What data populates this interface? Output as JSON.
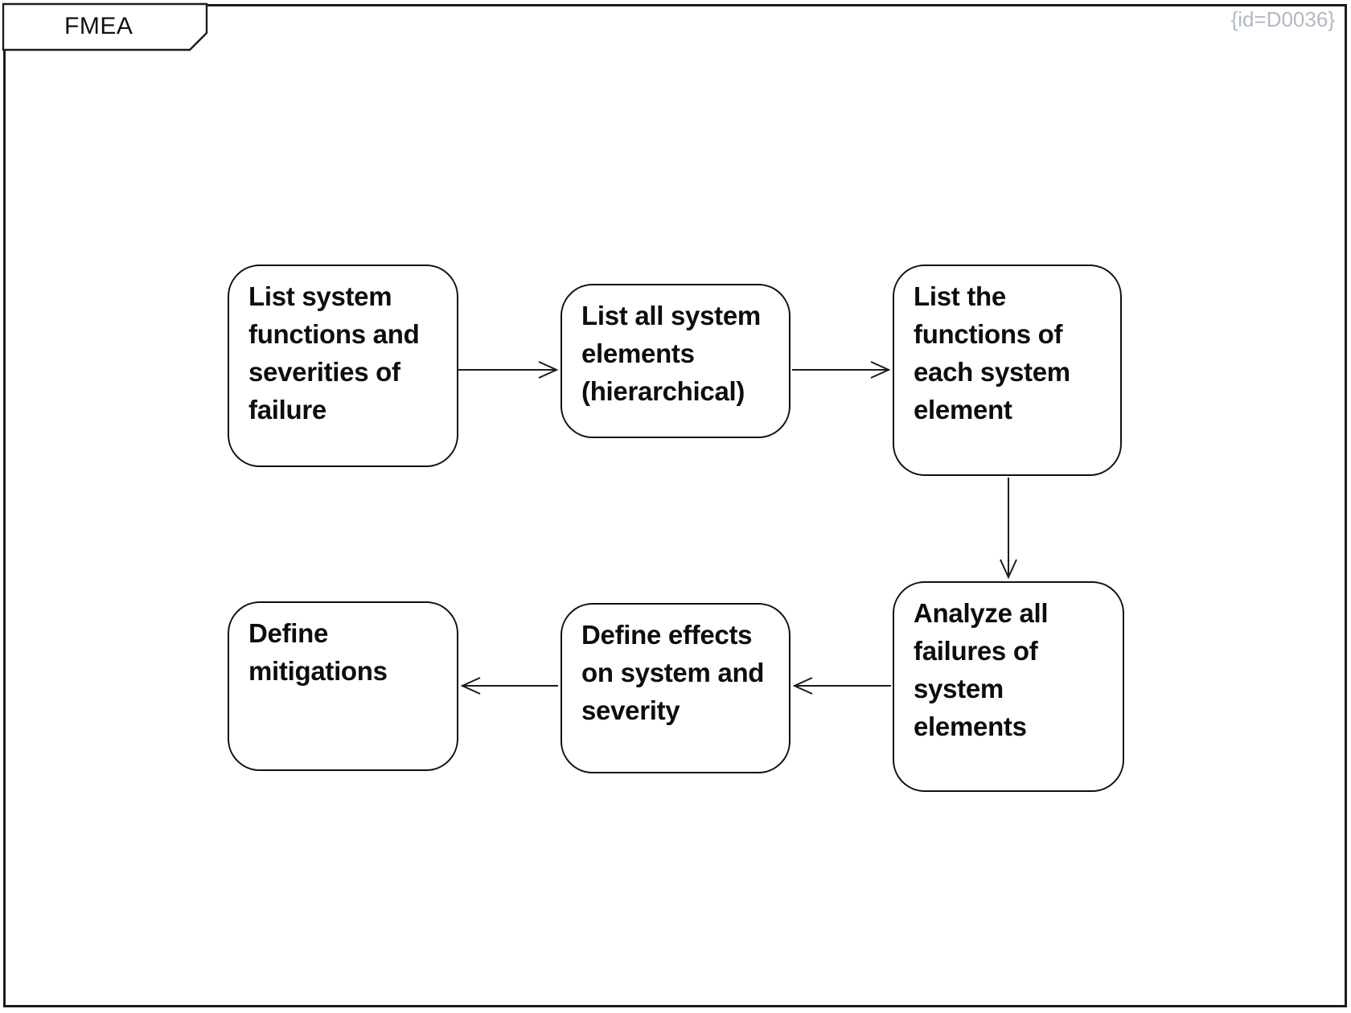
{
  "frame": {
    "title": "FMEA",
    "id_label": "{id=D0036}"
  },
  "colors": {
    "frame_border": "#1c1c1c",
    "node_border": "#111111",
    "node_text": "#0d0d0d",
    "arrow": "#1c1c1c",
    "id_label": "#b2b9c2",
    "background": "#ffffff"
  },
  "diagram": {
    "type": "flowchart",
    "nodes": [
      {
        "id": "list-system-functions",
        "label": "List system functions and severities of failure"
      },
      {
        "id": "list-all-system-elements",
        "label": "List all system elements (hierarchical)"
      },
      {
        "id": "list-functions-of-each-element",
        "label": "List the functions of each system element"
      },
      {
        "id": "analyze-all-failures",
        "label": "Analyze all failures of system elements"
      },
      {
        "id": "define-effects",
        "label": "Define effects on system and severity"
      },
      {
        "id": "define-mitigations",
        "label": "Define mitigations"
      }
    ],
    "edges": [
      {
        "from": "list-system-functions",
        "to": "list-all-system-elements",
        "direction": "right"
      },
      {
        "from": "list-all-system-elements",
        "to": "list-functions-of-each-element",
        "direction": "right"
      },
      {
        "from": "list-functions-of-each-element",
        "to": "analyze-all-failures",
        "direction": "down"
      },
      {
        "from": "analyze-all-failures",
        "to": "define-effects",
        "direction": "left"
      },
      {
        "from": "define-effects",
        "to": "define-mitigations",
        "direction": "left"
      }
    ]
  }
}
